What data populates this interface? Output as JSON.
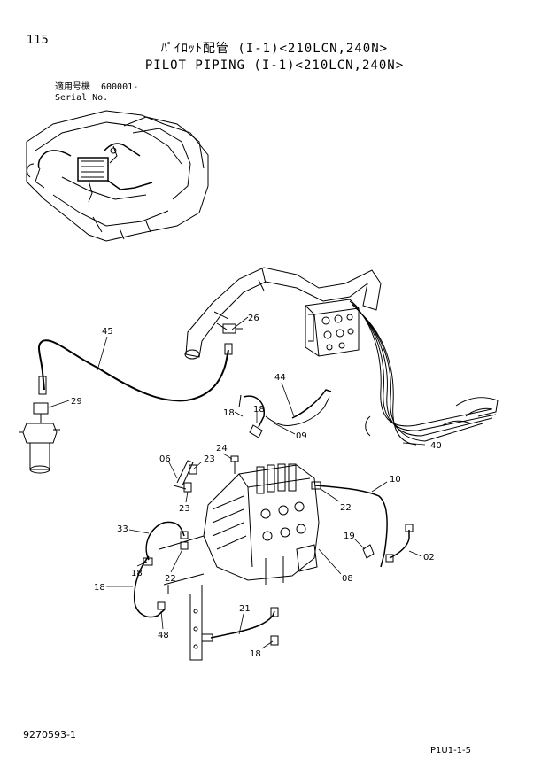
{
  "page_number": "115",
  "title_ja": "ﾊﾟｲﾛｯﾄ配管 (I-1)<210LCN,240N>",
  "title_en": "PILOT PIPING (I-1)<210LCN,240N>",
  "serial": {
    "label_ja": "適用号機",
    "label_en": "Serial No.",
    "value": "600001-"
  },
  "doc_number": "9270593-1",
  "figure_number": "P1U1-1-5",
  "callouts": [
    "45",
    "26",
    "29",
    "44",
    "18",
    "18",
    "09",
    "24",
    "06",
    "23",
    "23",
    "10",
    "22",
    "40",
    "33",
    "19",
    "02",
    "18",
    "22",
    "08",
    "18",
    "48",
    "21",
    "18"
  ]
}
